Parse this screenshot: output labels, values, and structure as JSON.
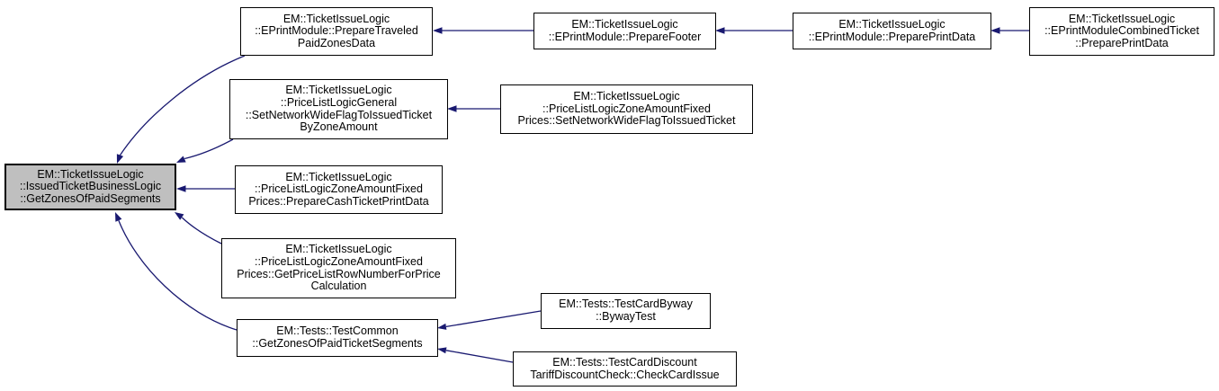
{
  "graph_title": "Call graph for EM::TicketIssueLogic::IssuedTicketBusinessLogic::GetZonesOfPaidSegments",
  "colors": {
    "edge": "#191970",
    "node_border": "#000000",
    "node_fill": "#ffffff",
    "highlight_fill": "#bfbfbf",
    "background": "#ffffff"
  },
  "nodes": {
    "get_zones_of_paid_segments": {
      "label": "EM::TicketIssueLogic\n::IssuedTicketBusinessLogic\n::GetZonesOfPaidSegments",
      "highlighted": true
    },
    "prepare_traveled_paid_zones_data": {
      "label": "EM::TicketIssueLogic\n::EPrintModule::PrepareTraveled\nPaidZonesData",
      "highlighted": false
    },
    "prepare_footer": {
      "label": "EM::TicketIssueLogic\n::EPrintModule::PrepareFooter",
      "highlighted": false
    },
    "prepare_print_data": {
      "label": "EM::TicketIssueLogic\n::EPrintModule::PreparePrintData",
      "highlighted": false
    },
    "combined_ticket_prepare_print_data": {
      "label": "EM::TicketIssueLogic\n::EPrintModuleCombinedTicket\n::PreparePrintData",
      "highlighted": false
    },
    "set_network_wide_flag_general": {
      "label": "EM::TicketIssueLogic\n::PriceListLogicGeneral\n::SetNetworkWideFlagToIssuedTicket\nByZoneAmount",
      "highlighted": false
    },
    "set_network_wide_flag_fixed_prices": {
      "label": "EM::TicketIssueLogic\n::PriceListLogicZoneAmountFixed\nPrices::SetNetworkWideFlagToIssuedTicket",
      "highlighted": false
    },
    "prepare_cash_ticket_print_data": {
      "label": "EM::TicketIssueLogic\n::PriceListLogicZoneAmountFixed\nPrices::PrepareCashTicketPrintData",
      "highlighted": false
    },
    "get_price_list_row_number": {
      "label": "EM::TicketIssueLogic\n::PriceListLogicZoneAmountFixed\nPrices::GetPriceListRowNumberForPrice\nCalculation",
      "highlighted": false
    },
    "test_common_get_zones": {
      "label": "EM::Tests::TestCommon\n::GetZonesOfPaidTicketSegments",
      "highlighted": false
    },
    "byway_test": {
      "label": "EM::Tests::TestCardByway\n::BywayTest",
      "highlighted": false
    },
    "check_card_issue": {
      "label": "EM::Tests::TestCardDiscount\nTariffDiscountCheck::CheckCardIssue",
      "highlighted": false
    }
  },
  "edges": [
    {
      "from": "prepare_traveled_paid_zones_data",
      "to": "get_zones_of_paid_segments"
    },
    {
      "from": "set_network_wide_flag_general",
      "to": "get_zones_of_paid_segments"
    },
    {
      "from": "prepare_cash_ticket_print_data",
      "to": "get_zones_of_paid_segments"
    },
    {
      "from": "get_price_list_row_number",
      "to": "get_zones_of_paid_segments"
    },
    {
      "from": "test_common_get_zones",
      "to": "get_zones_of_paid_segments"
    },
    {
      "from": "prepare_footer",
      "to": "prepare_traveled_paid_zones_data"
    },
    {
      "from": "prepare_print_data",
      "to": "prepare_footer"
    },
    {
      "from": "combined_ticket_prepare_print_data",
      "to": "prepare_print_data"
    },
    {
      "from": "set_network_wide_flag_fixed_prices",
      "to": "set_network_wide_flag_general"
    },
    {
      "from": "byway_test",
      "to": "test_common_get_zones"
    },
    {
      "from": "check_card_issue",
      "to": "test_common_get_zones"
    }
  ]
}
